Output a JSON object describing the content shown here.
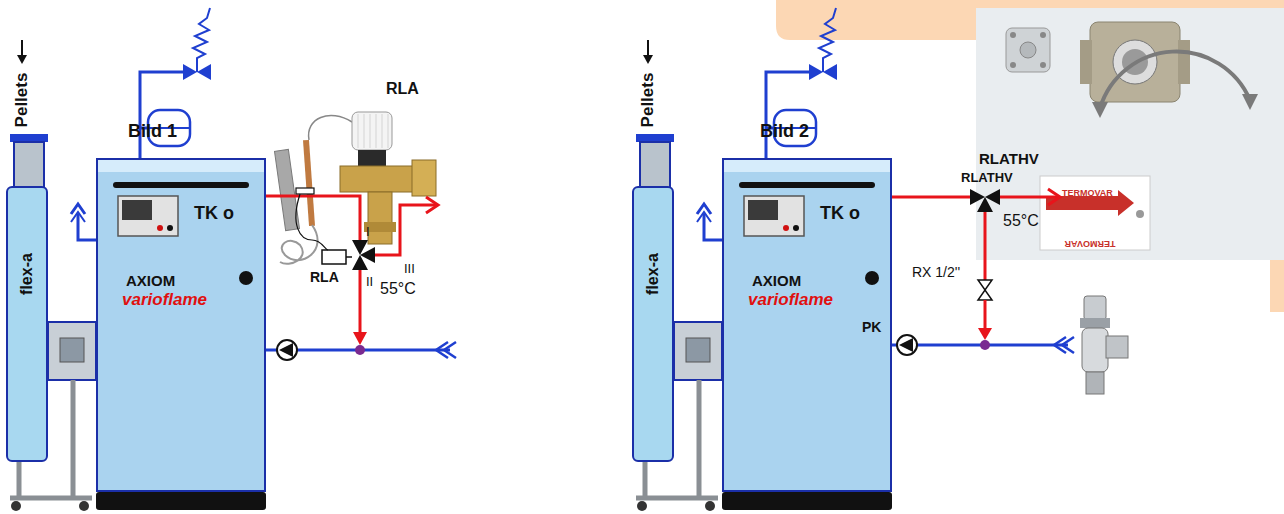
{
  "diagram": {
    "nodes": [
      {
        "text": [
          "flex-a"
        ]
      },
      {
        "text": [
          "TK o",
          "AXIOM",
          "varioflame"
        ]
      },
      {
        "text": [
          "flex-a"
        ]
      },
      {
        "text": [
          "TK o",
          "AXIOM",
          "varioflame"
        ]
      }
    ],
    "labels": [
      "RLA",
      "Bild 1",
      "Pellets",
      "I",
      "II",
      "III",
      "RLA",
      "55°C",
      "Bild 2",
      "Pellets",
      "RLATHV",
      "TERMOVAR",
      "TERMOVAR",
      "RLATHV",
      "55°C",
      "RX 1/2''",
      "PK"
    ]
  }
}
